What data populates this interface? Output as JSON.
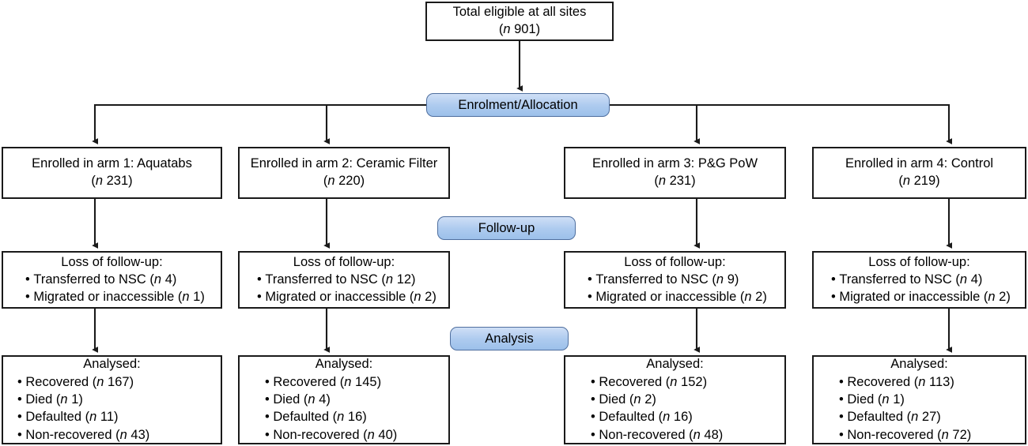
{
  "diagram": {
    "type": "consort-flow-diagram",
    "title_box": {
      "line1": "Total eligible at all sites",
      "n_label": "n",
      "n_value": "901",
      "sub": "(n 901)"
    },
    "stage_banners": [
      {
        "id": "enrolment",
        "label": "Enrolment/Allocation"
      },
      {
        "id": "follow-up",
        "label": "Follow-up"
      },
      {
        "id": "analysis",
        "label": "Analysis"
      }
    ],
    "accent_color": "#aecbef",
    "banner_border_color": "#4f6f9f",
    "box_border_color": "#1a1a1a",
    "arms": [
      {
        "id": "arm-1",
        "enrolled_label": "Enrolled in arm 1: Aquatabs",
        "enrolled_n": "231",
        "enrolled_sub": "(n 231)",
        "loss_title": "Loss of follow-up:",
        "loss_items": [
          {
            "text": "Transferred to NSC",
            "n": "4",
            "full": "Transferred to NSC (n 4)"
          },
          {
            "text": "Migrated or inaccessible",
            "n": "1",
            "full": "Migrated or inaccessible (n 1)"
          }
        ],
        "analysed_title": "Analysed:",
        "analysed_items": [
          {
            "text": "Recovered",
            "n": "167",
            "full": "Recovered (n 167)"
          },
          {
            "text": "Died",
            "n": "1",
            "full": "Died (n 1)"
          },
          {
            "text": "Defaulted",
            "n": "11",
            "full": "Defaulted (n 11)"
          },
          {
            "text": "Non-recovered",
            "n": "43",
            "full": "Non-recovered (n 43)"
          }
        ]
      },
      {
        "id": "arm-2",
        "enrolled_label": "Enrolled in arm 2: Ceramic Filter",
        "enrolled_n": "220",
        "enrolled_sub": "(n 220)",
        "loss_title": "Loss of follow-up:",
        "loss_items": [
          {
            "text": "Transferred to NSC",
            "n": "12",
            "full": "Transferred to NSC (n 12)"
          },
          {
            "text": "Migrated or inaccessible",
            "n": "2",
            "full": "Migrated or inaccessible (n 2)"
          }
        ],
        "analysed_title": "Analysed:",
        "analysed_items": [
          {
            "text": "Recovered",
            "n": "145",
            "full": "Recovered (n 145)"
          },
          {
            "text": "Died",
            "n": "4",
            "full": "Died (n 4)"
          },
          {
            "text": "Defaulted",
            "n": "16",
            "full": "Defaulted (n 16)"
          },
          {
            "text": "Non-recovered",
            "n": "40",
            "full": "Non-recovered (n 40)"
          }
        ]
      },
      {
        "id": "arm-3",
        "enrolled_label": "Enrolled in arm 3: P&G PoW",
        "enrolled_n": "231",
        "enrolled_sub": "(n 231)",
        "loss_title": "Loss of follow-up:",
        "loss_items": [
          {
            "text": "Transferred to NSC",
            "n": "9",
            "full": "Transferred to NSC (n 9)"
          },
          {
            "text": "Migrated or inaccessible",
            "n": "2",
            "full": "Migrated or inaccessible (n 2)"
          }
        ],
        "analysed_title": "Analysed:",
        "analysed_items": [
          {
            "text": "Recovered",
            "n": "152",
            "full": "Recovered (n 152)"
          },
          {
            "text": "Died",
            "n": "2",
            "full": "Died (n 2)"
          },
          {
            "text": "Defaulted",
            "n": "16",
            "full": "Defaulted (n 16)"
          },
          {
            "text": "Non-recovered",
            "n": "48",
            "full": "Non-recovered (n 48)"
          }
        ]
      },
      {
        "id": "arm-4",
        "enrolled_label": "Enrolled in arm 4: Control",
        "enrolled_n": "219",
        "enrolled_sub": "(n 219)",
        "loss_title": "Loss of follow-up:",
        "loss_items": [
          {
            "text": "Transferred to NSC",
            "n": "4",
            "full": "Transferred to NSC (n 4)"
          },
          {
            "text": "Migrated or inaccessible",
            "n": "2",
            "full": "Migrated or inaccessible (n 2)"
          }
        ],
        "analysed_title": "Analysed:",
        "analysed_items": [
          {
            "text": "Recovered",
            "n": "113",
            "full": "Recovered (n 113)"
          },
          {
            "text": "Died",
            "n": "1",
            "full": "Died (n 1)"
          },
          {
            "text": "Defaulted",
            "n": "27",
            "full": "Defaulted (n 27)"
          },
          {
            "text": "Non-recovered",
            "n": "72",
            "full": "Non-recovered (n 72)"
          }
        ]
      }
    ]
  }
}
